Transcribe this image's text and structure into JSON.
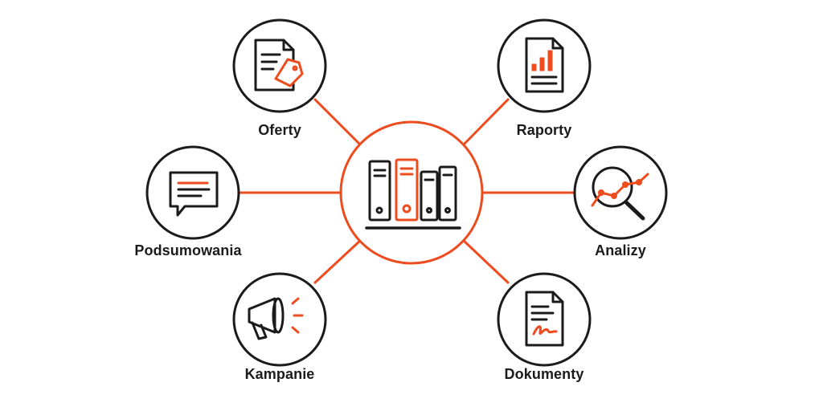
{
  "colors": {
    "accent": "#ee4b1f",
    "ink": "#1b1b1b",
    "background": "#ffffff"
  },
  "hub": {
    "icon": "binders-shelf-icon"
  },
  "nodes": [
    {
      "id": "oferty",
      "label": "Oferty",
      "icon": "document-price-tag-icon"
    },
    {
      "id": "raporty",
      "label": "Raporty",
      "icon": "bar-chart-report-icon"
    },
    {
      "id": "podsumowania",
      "label": "Podsumowania",
      "icon": "speech-bubble-icon"
    },
    {
      "id": "analizy",
      "label": "Analizy",
      "icon": "magnifier-trend-icon"
    },
    {
      "id": "kampanie",
      "label": "Kampanie",
      "icon": "megaphone-icon"
    },
    {
      "id": "dokumenty",
      "label": "Dokumenty",
      "icon": "signed-document-icon"
    }
  ]
}
